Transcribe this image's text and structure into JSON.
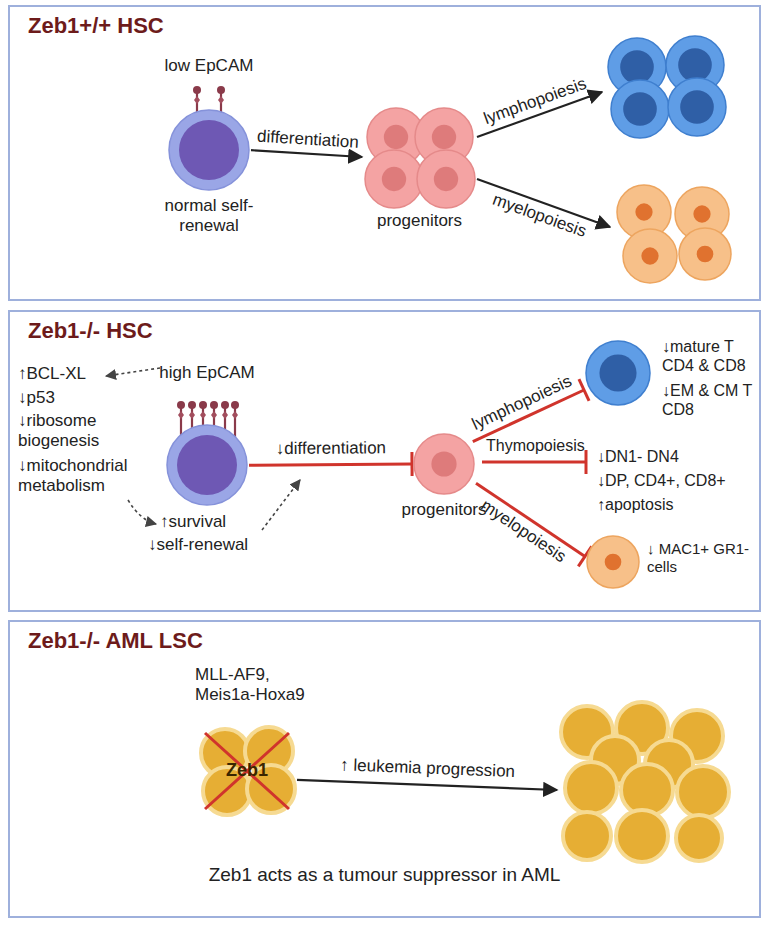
{
  "diagram": {
    "nodes": [
      {
        "text": [
          "Zeb1+/+ HSC"
        ]
      },
      {
        "text": [
          "low EpCAM",
          "normal self-renewal"
        ],
        "in": 0
      },
      {
        "text": [
          "progenitors"
        ],
        "in": 0
      },
      {
        "text": [],
        "in": 0
      },
      {
        "text": [],
        "in": 0
      },
      {
        "text": [
          "Zeb1-/- HSC"
        ]
      },
      {
        "text": [
          "high EpCAM"
        ],
        "in": 5
      },
      {
        "text": [
          "progenitors"
        ],
        "in": 5
      },
      {
        "text": [
          "↓mature T CD4 & CD8",
          "↓EM & CM T CD8"
        ],
        "in": 5
      },
      {
        "text": [
          "↓ MAC1+ GR1- cells"
        ],
        "in": 5
      },
      {
        "text": [
          "Zeb1-/- AML LSC"
        ]
      },
      {
        "text": [
          "MLL-AF9, Meis1a-Hoxa9",
          "Zeb1"
        ],
        "in": 10
      },
      {
        "text": [],
        "in": 10
      }
    ],
    "edges": [
      {
        "from": 1,
        "to": 2,
        "arrow": "to",
        "label": "differentiation"
      },
      {
        "from": 2,
        "to": 3,
        "arrow": "to",
        "label": "lymphopoiesis"
      },
      {
        "from": 2,
        "to": 4,
        "arrow": "to",
        "label": "myelopoiesis"
      },
      {
        "from": 6,
        "to": 7,
        "arrow": "to",
        "label": "↓differentiation"
      },
      {
        "from": 7,
        "to": 8,
        "arrow": "to",
        "label": "lymphopoiesis"
      },
      {
        "from": 7,
        "to": 9,
        "arrow": "to",
        "label": "myelopoiesis"
      },
      {
        "from": 11,
        "to": 12,
        "arrow": "to",
        "label": "↑ leukemia progression"
      }
    ],
    "labels": [
      "↑BCL-XL",
      "↓p53",
      "↓ribosome biogenesis",
      "↓mitochondrial metabolism",
      "↑survival",
      "↓self-renewal",
      "Thymopoiesis",
      "↓DN1- DN4",
      "↓DP, CD4+, CD8+",
      "↑apoptosis",
      "Zeb1 acts as a tumour suppressor in AML"
    ]
  }
}
